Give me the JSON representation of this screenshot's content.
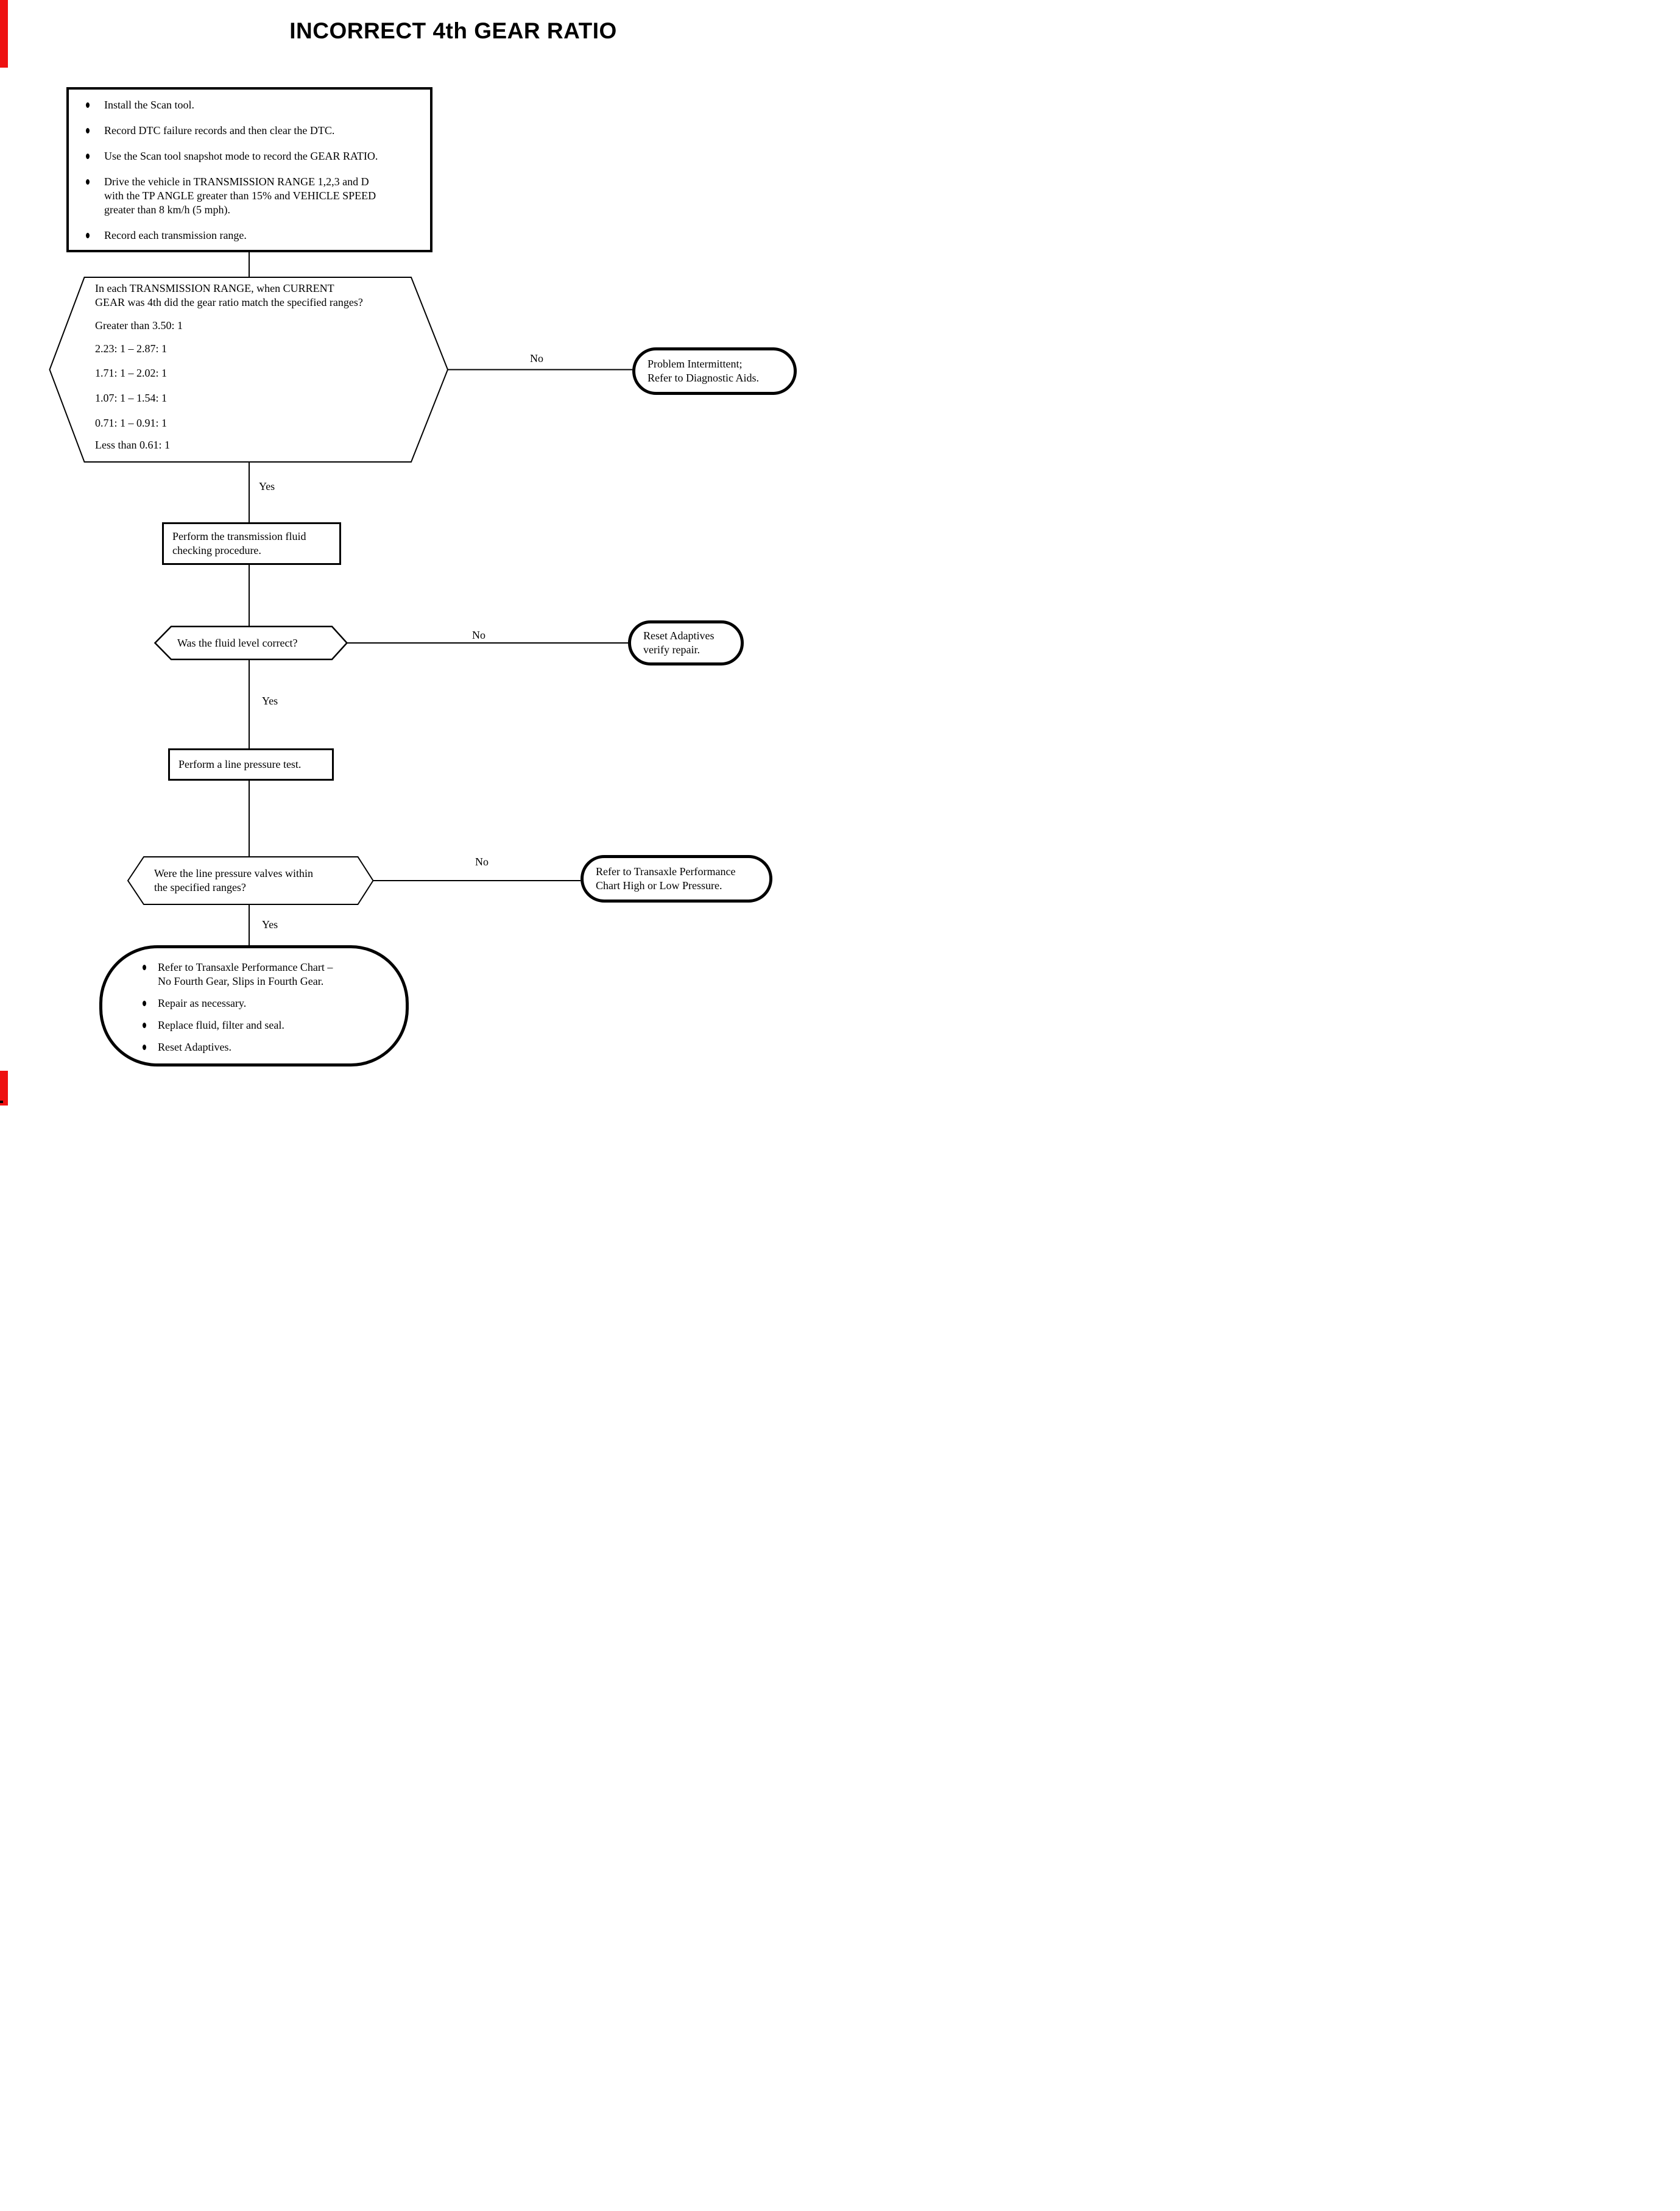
{
  "title": "INCORRECT 4th GEAR RATIO",
  "labels": {
    "yes": "Yes",
    "no": "No"
  },
  "start_box": {
    "items": [
      [
        "Install the Scan tool."
      ],
      [
        "Record DTC failure records and then clear the DTC."
      ],
      [
        "Use the Scan tool snapshot mode to record the GEAR RATIO."
      ],
      [
        "Drive the vehicle in TRANSMISSION RANGE 1,2,3 and D",
        "with the TP ANGLE greater than 15% and VEHICLE SPEED",
        "greater than 8 km/h (5 mph)."
      ],
      [
        "Record each transmission range."
      ]
    ]
  },
  "decision_gear_ratio": {
    "question": [
      "In each TRANSMISSION RANGE, when CURRENT",
      "GEAR was 4th did the gear ratio match the specified ranges?"
    ],
    "ranges": [
      "Greater than 3.50: 1",
      "2.23: 1 – 2.87: 1",
      "1.71: 1 – 2.02: 1",
      "1.07: 1 – 1.54: 1",
      "0.71: 1 – 0.91: 1",
      "Less than 0.61: 1"
    ]
  },
  "terminal_intermittent": {
    "lines": [
      "Problem Intermittent;",
      "Refer to Diagnostic Aids."
    ]
  },
  "process_fluid_check": {
    "lines": [
      "Perform the transmission fluid",
      "checking procedure."
    ]
  },
  "decision_fluid_level": {
    "text": "Was the fluid level correct?"
  },
  "terminal_reset_adaptives": {
    "lines": [
      "Reset Adaptives",
      "verify repair."
    ]
  },
  "process_line_pressure": {
    "text": "Perform a line pressure test."
  },
  "decision_line_pressure": {
    "lines": [
      "Were the line pressure valves within",
      "the specified ranges?"
    ]
  },
  "terminal_pressure_chart": {
    "lines": [
      "Refer to Transaxle Performance",
      "Chart High or Low Pressure."
    ]
  },
  "final_box": {
    "items": [
      [
        "Refer to Transaxle Performance Chart –",
        "No Fourth Gear, Slips in Fourth Gear."
      ],
      [
        "Repair as necessary."
      ],
      [
        "Replace fluid, filter and seal."
      ],
      [
        "Reset Adaptives."
      ]
    ]
  },
  "colors": {
    "line": "#000000",
    "background": "#ffffff",
    "edge_mark": "#ee1111"
  }
}
